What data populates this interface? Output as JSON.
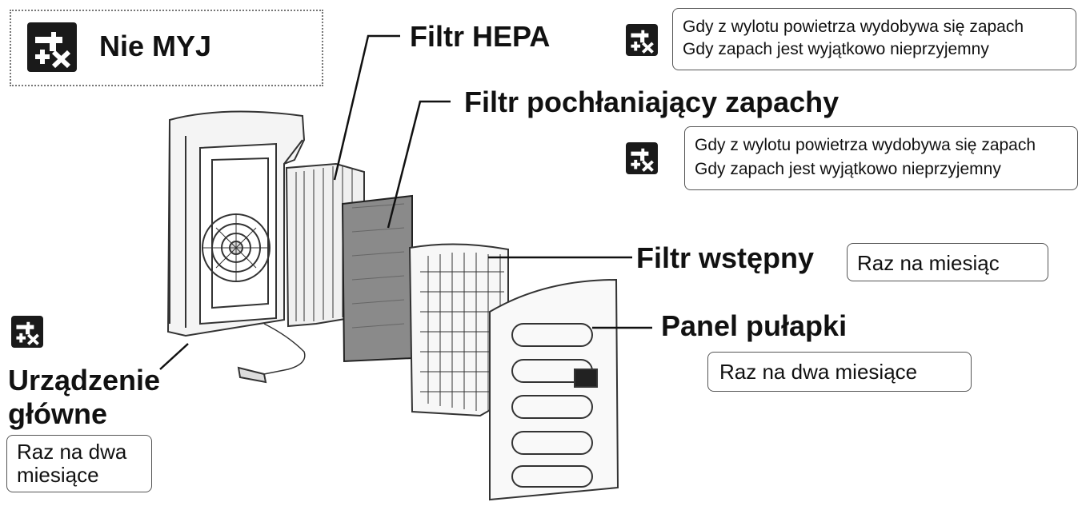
{
  "legend": {
    "text": "Nie MYJ",
    "icon": "no-wash-icon"
  },
  "parts": {
    "hepa": {
      "name": "Filtr HEPA",
      "note_line1": "Gdy z wylotu powietrza wydobywa się zapach",
      "note_line2": "Gdy zapach jest wyjątkowo nieprzyjemny"
    },
    "odor": {
      "name": "Filtr pochłaniający zapachy",
      "note_line1": "Gdy z wylotu powietrza wydobywa się zapach",
      "note_line2": "Gdy zapach jest wyjątkowo nieprzyjemny"
    },
    "pre": {
      "name": "Filtr wstępny",
      "note": "Raz na miesiąc"
    },
    "panel": {
      "name": "Panel pułapki",
      "note": "Raz na dwa miesiące"
    },
    "main": {
      "name_line1": "Urządzenie",
      "name_line2": "główne",
      "note_line1": "Raz na dwa",
      "note_line2": "miesiące"
    }
  },
  "colors": {
    "ink": "#111111",
    "icon_bg": "#1a1a1a",
    "legend_border": "#777777"
  }
}
